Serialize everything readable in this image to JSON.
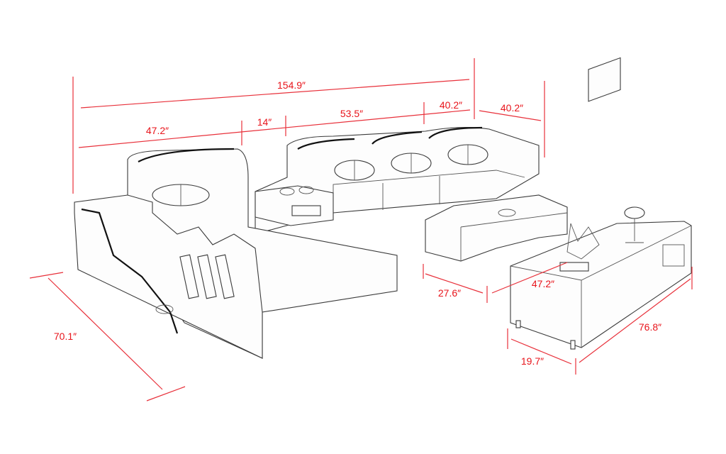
{
  "diagram": {
    "subject": "L-shaped sectional sofa with coffee table and side table",
    "accent_color": "#e8141b",
    "dimensions": {
      "overall_width": "154.9″",
      "chaise_width": "47.2″",
      "side_table_width": "14″",
      "middle_section": "53.5″",
      "end_section": "40.2″",
      "depth": "40.2″",
      "chaise_length": "70.1″",
      "coffee_table_depth": "27.6″",
      "coffee_table_width": "47.2″",
      "tv_stand_length": "76.8″",
      "tv_stand_depth": "19.7″"
    }
  }
}
